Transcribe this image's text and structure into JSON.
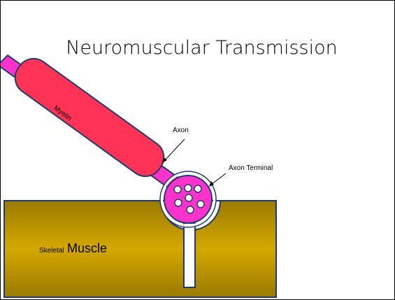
{
  "slide": {
    "title": "Neuromuscular Transmission"
  },
  "labels": {
    "myelin": "Myelin",
    "axon": "Axon",
    "axon_terminal": "Axon Terminal",
    "muscle_small": "Skeletal",
    "muscle_big": "Muscle"
  },
  "colors": {
    "axon": "#ff33cc",
    "myelin": "#ff3355",
    "outline": "#1f3a6e",
    "muscle": "#c8a000",
    "vesicle": "#ffffff"
  }
}
